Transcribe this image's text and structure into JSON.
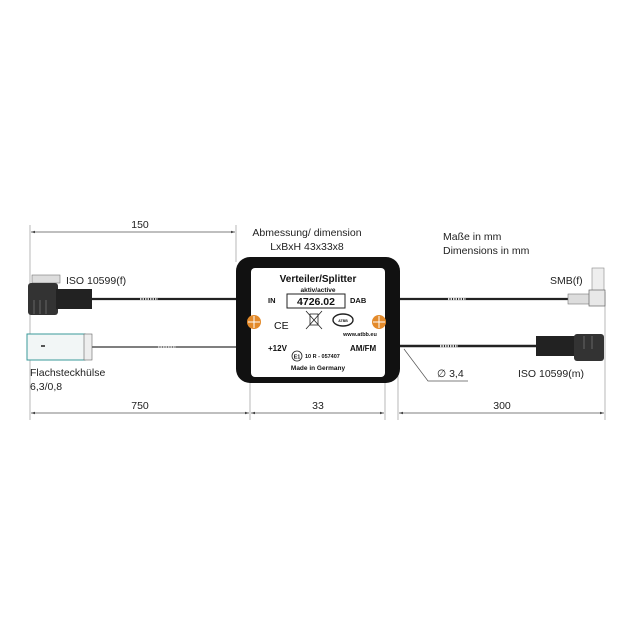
{
  "dimensions": {
    "top_cable_length": "150",
    "bottom_left_length": "750",
    "device_width": "33",
    "right_length": "300",
    "cable_diameter": "∅ 3,4"
  },
  "notes": {
    "dimension_line1": "Abmessung/ dimension",
    "dimension_line2": "LxBxH 43x33x8",
    "units_line1": "Maße in mm",
    "units_line2": "Dimensions in mm"
  },
  "connectors": {
    "left_top": "ISO 10599(f)",
    "left_bottom_line1": "Flachsteckhülse",
    "left_bottom_line2": "6,3/0,8",
    "right_top": "SMB(f)",
    "right_bottom": "ISO 10599(m)"
  },
  "device_label": {
    "title": "Verteiler/Splitter",
    "subtitle": "aktiv/active",
    "port_in": "IN",
    "part_number": "4726.02",
    "port_dab": "DAB",
    "ce_mark": "CE",
    "logo_text": "ATBB",
    "website": "www.atbb.eu",
    "power": "+12V",
    "port_amfm": "AM/FM",
    "e_mark": "E1",
    "approval": "10 R - 057407",
    "origin": "Made in Germany"
  }
}
